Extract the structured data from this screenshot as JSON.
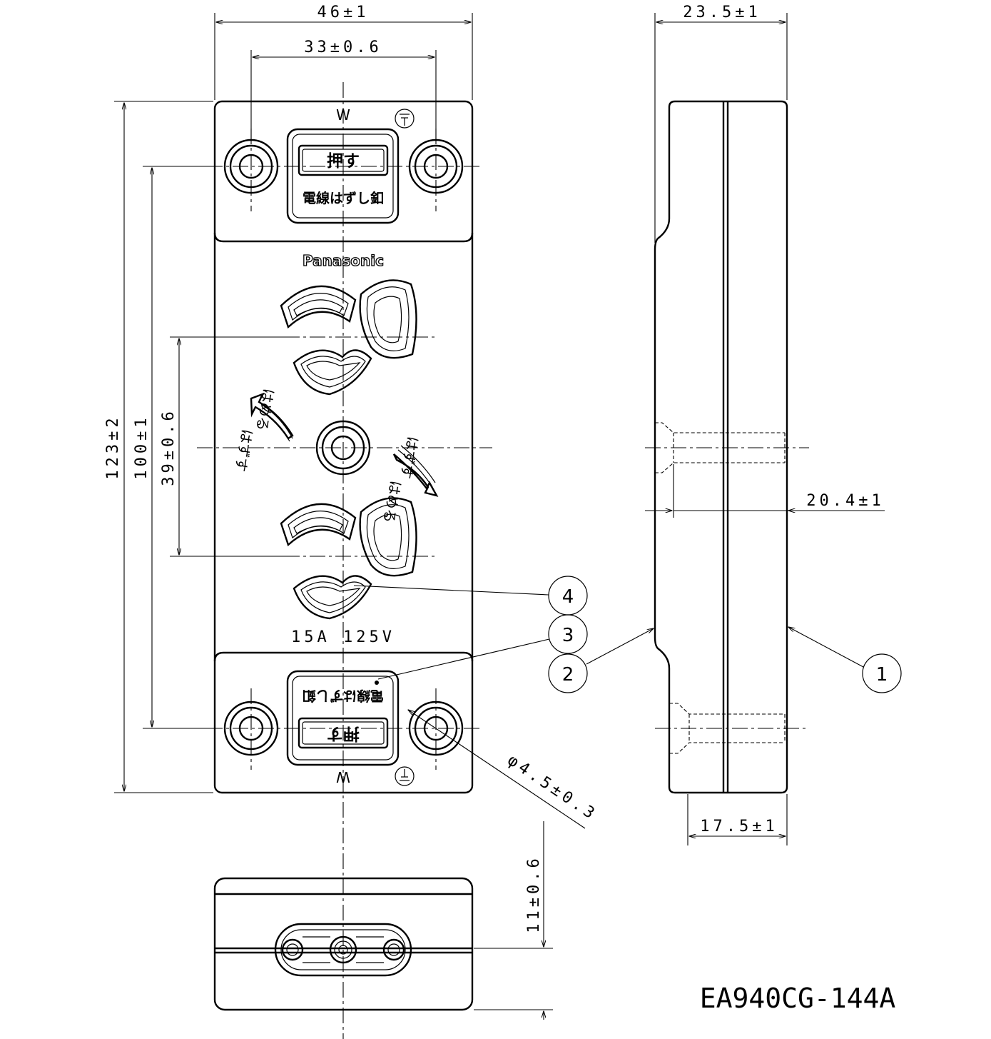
{
  "drawing": {
    "brand": "Panasonic",
    "rating": "15A  125V",
    "top_button_label": "押す",
    "top_release_label": "電線はずし釦",
    "bottom_button_label": "押す",
    "bottom_release_label": "電線はずし釦",
    "terminal_mark_top": "W",
    "terminal_mark_bottom": "W",
    "lock_text_a": "はずす",
    "lock_text_b": "はめる",
    "model_code": "EA940CG-144A"
  },
  "dimensions": {
    "width_overall": "46±1",
    "hole_pitch_h": "33±0.6",
    "height_overall": "123±2",
    "hole_pitch_v": "100±1",
    "outlet_pitch": "39±0.6",
    "hole_diameter": "φ4.5±0.3",
    "depth_overall": "23.5±1",
    "depth_to_flange": "20.4±1",
    "depth_body": "17.5±1",
    "base_height": "11±0.6"
  },
  "callouts": [
    {
      "number": "1"
    },
    {
      "number": "2"
    },
    {
      "number": "3"
    },
    {
      "number": "4"
    }
  ]
}
